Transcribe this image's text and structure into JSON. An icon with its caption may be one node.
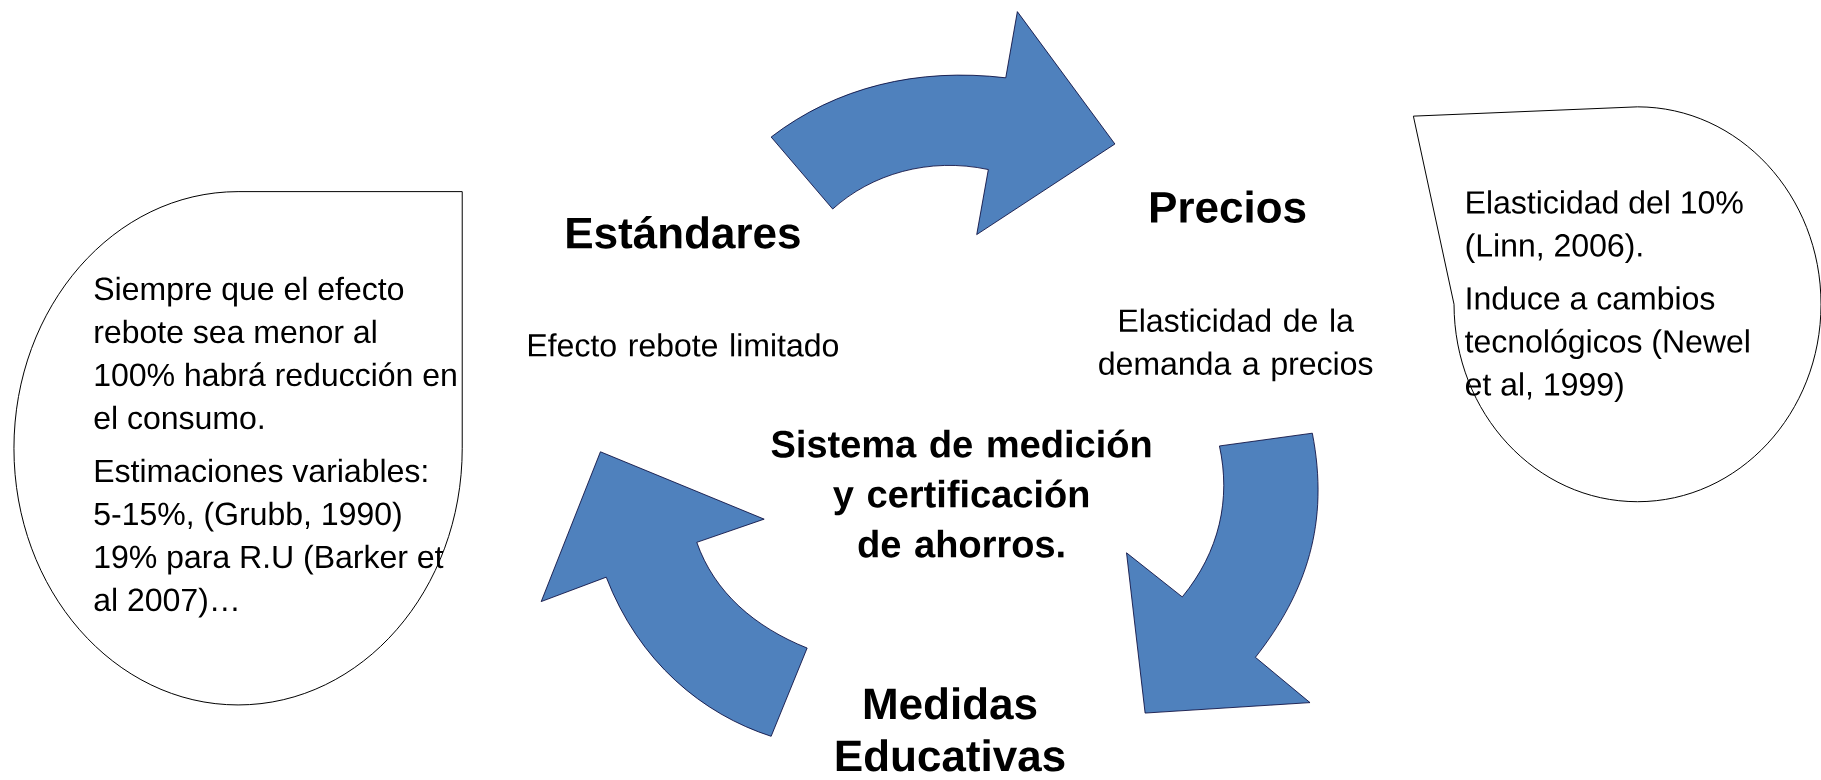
{
  "diagram": {
    "nodes": [
      {
        "text": [
          "Estándares"
        ]
      },
      {
        "text": [
          "Precios"
        ]
      },
      {
        "text": [
          "Siempre que el efecto rebote sea menor al 100% habrá reducción en el consumo.",
          "Estimaciones variables: 5-15%, (Grubb, 1990) 19% para R.U (Barker et al 2007)…"
        ]
      },
      {
        "text": [
          "Elasticidad del 10% (Linn, 2006).",
          "Induce a cambios tecnológicos (Newel et al, 1999)"
        ]
      },
      {
        "text": [
          "Sistema de medición y certificación de ahorros."
        ]
      },
      {
        "text": [
          "Medidas Educativas"
        ]
      }
    ],
    "edges": [
      {
        "from": 0,
        "to": 1,
        "arrow": "to"
      },
      {
        "from": 5,
        "to": null,
        "arrow": "to"
      }
    ],
    "labels": [
      "Efecto rebote limitado",
      "Elasticidad de la demanda a precios"
    ]
  }
}
